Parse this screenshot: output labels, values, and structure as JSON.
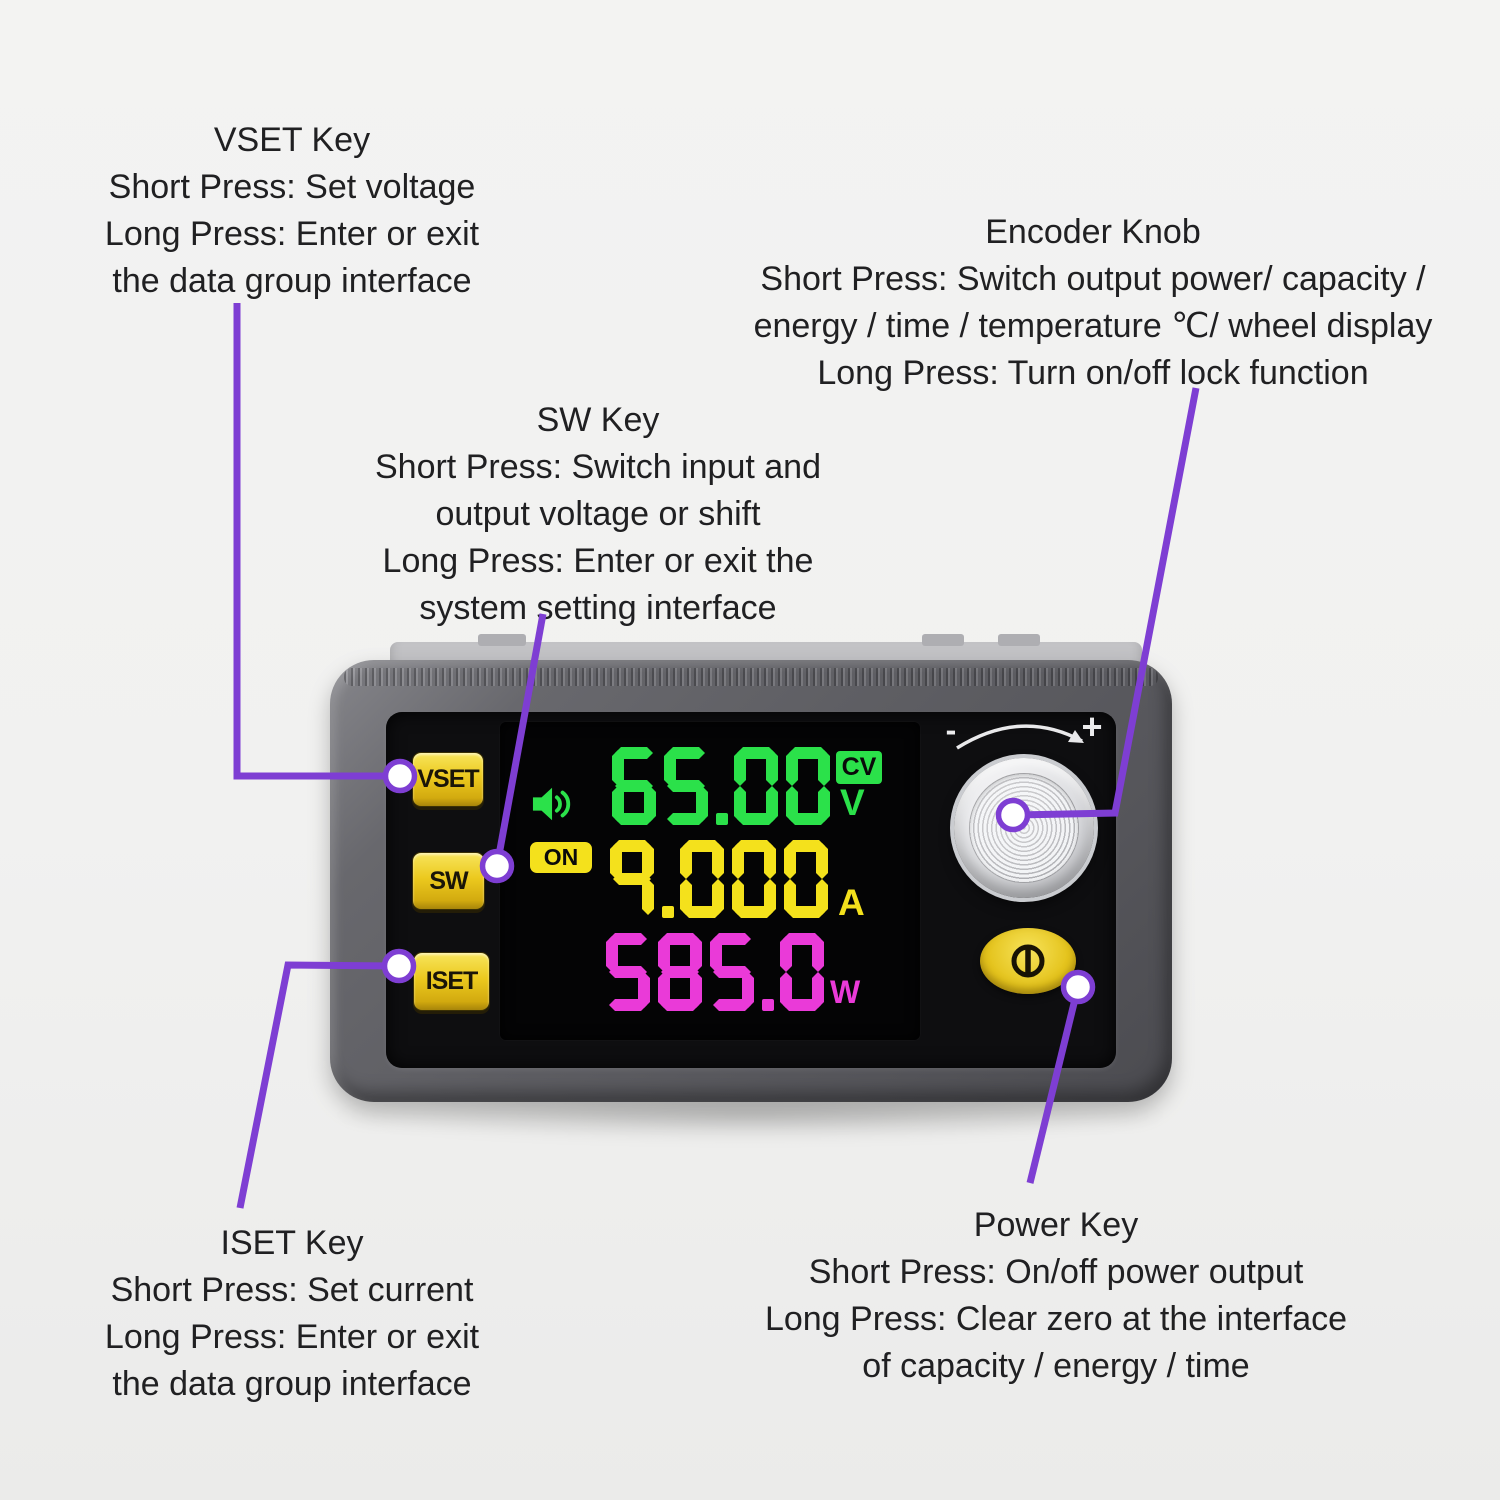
{
  "colors": {
    "connector": "#7e3ed3",
    "lcd_green": "#2be14a",
    "lcd_yellow": "#f4e11c",
    "lcd_magenta": "#ea3ad8",
    "button_yellow": "#e9c81e",
    "bezel_gray": "#5f5f64"
  },
  "annotations": {
    "vset": {
      "lines": [
        "VSET Key",
        "Short Press: Set voltage",
        "Long Press: Enter or exit",
        "the data group interface"
      ]
    },
    "sw": {
      "lines": [
        "SW Key",
        "Short Press: Switch input and",
        "output voltage or shift",
        "Long Press: Enter or exit the",
        "system setting interface"
      ]
    },
    "encoder": {
      "lines": [
        "Encoder Knob",
        "Short Press: Switch output power/ capacity /",
        "energy / time / temperature ℃/ wheel display",
        "Long Press: Turn on/off lock function"
      ]
    },
    "iset": {
      "lines": [
        "ISET Key",
        "Short Press: Set current",
        "Long Press: Enter or exit",
        "the data group interface"
      ]
    },
    "power": {
      "lines": [
        "Power Key",
        "Short Press: On/off power output",
        "Long Press: Clear zero at the interface",
        "of capacity / energy / time"
      ]
    }
  },
  "device": {
    "buttons": [
      {
        "id": "vset",
        "label": "VSET"
      },
      {
        "id": "sw",
        "label": "SW"
      },
      {
        "id": "iset",
        "label": "ISET"
      }
    ],
    "knob": {
      "minus_label": "-",
      "plus_label": "+"
    },
    "display": {
      "rows": [
        {
          "value": "65.00",
          "unit": "V",
          "badge": "CV",
          "color": "#2be14a"
        },
        {
          "value": "9.000",
          "unit": "A",
          "badge": "ON",
          "color": "#f4e11c"
        },
        {
          "value": "585.0",
          "unit": "W",
          "badge": null,
          "color": "#ea3ad8"
        }
      ]
    }
  }
}
